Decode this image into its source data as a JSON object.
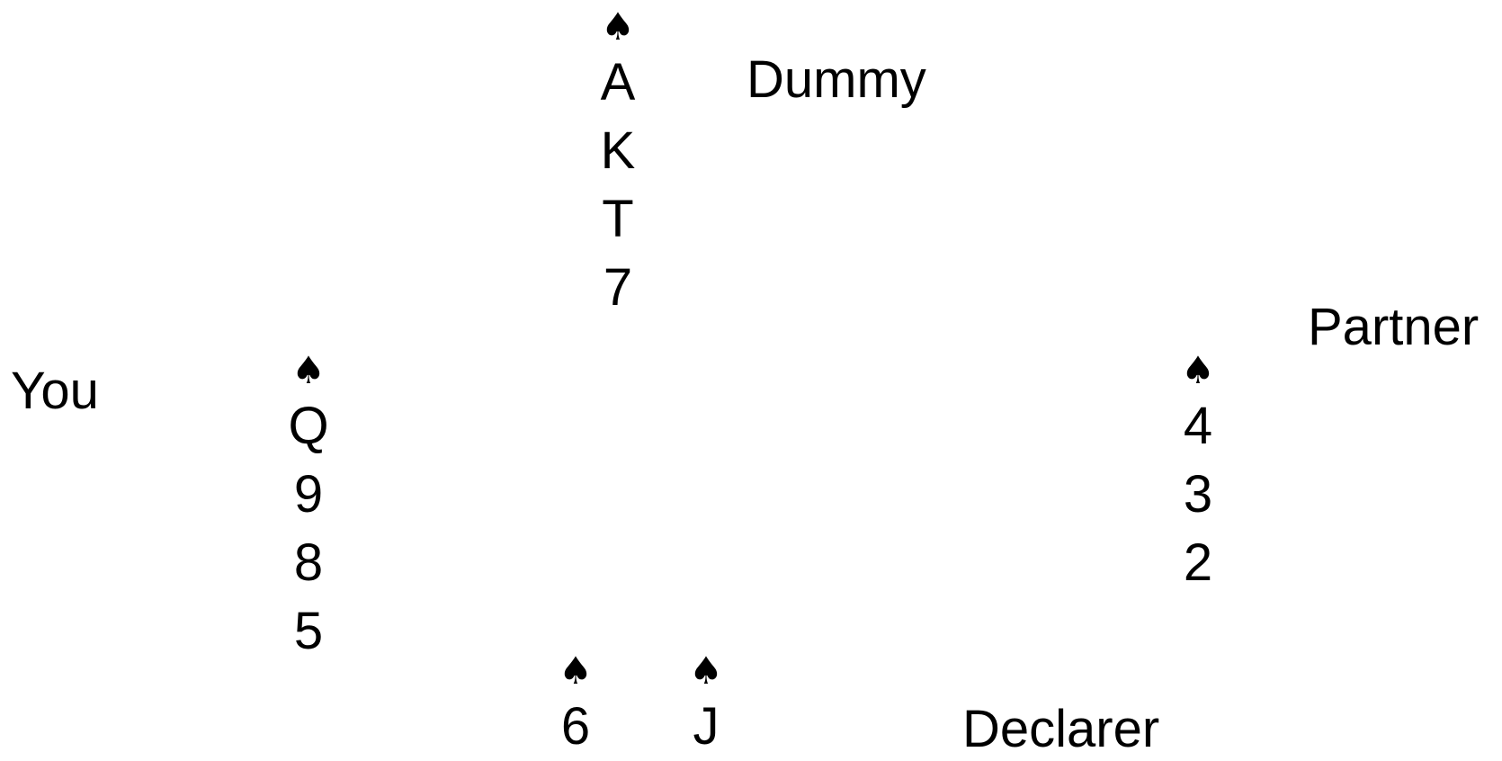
{
  "players": {
    "dummy": {
      "label": "Dummy"
    },
    "you": {
      "label": "You"
    },
    "partner": {
      "label": "Partner"
    },
    "declarer": {
      "label": "Declarer"
    }
  },
  "suit_symbol": "♠",
  "hands": {
    "dummy": {
      "suit": "spades",
      "cards": [
        "A",
        "K",
        "T",
        "7"
      ]
    },
    "you": {
      "suit": "spades",
      "cards": [
        "Q",
        "9",
        "8",
        "5"
      ]
    },
    "partner": {
      "suit": "spades",
      "cards": [
        "4",
        "3",
        "2"
      ]
    },
    "declarer_left": {
      "suit": "spades",
      "cards": [
        "6"
      ]
    },
    "declarer_right": {
      "suit": "spades",
      "cards": [
        "J"
      ]
    }
  }
}
